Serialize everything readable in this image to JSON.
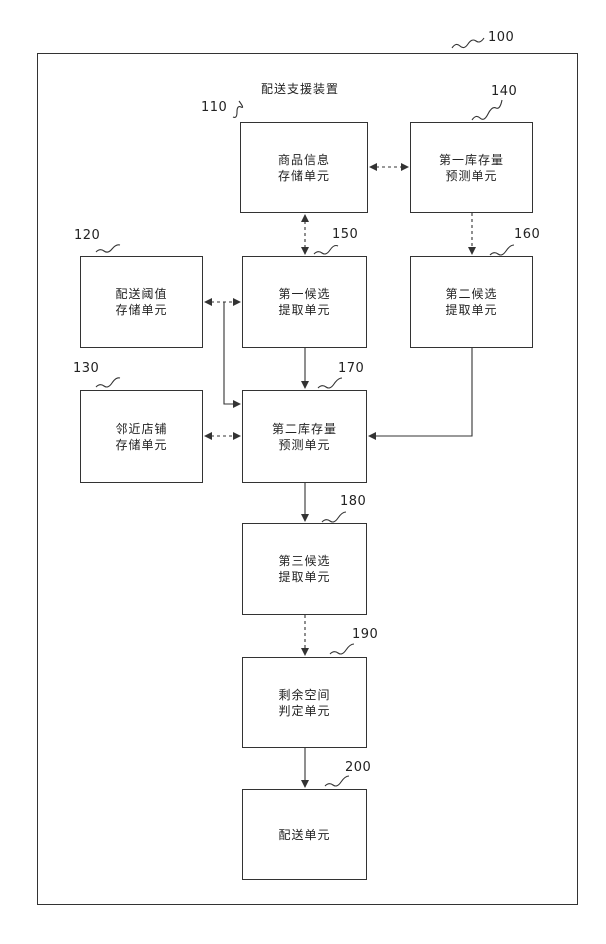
{
  "device": {
    "ref": "100",
    "title": "配送支援装置"
  },
  "blocks": {
    "b110": {
      "ref": "110",
      "line1": "商品信息",
      "line2": "存储单元"
    },
    "b140": {
      "ref": "140",
      "line1": "第一库存量",
      "line2": "预测单元"
    },
    "b120": {
      "ref": "120",
      "line1": "配送阈值",
      "line2": "存储单元"
    },
    "b150": {
      "ref": "150",
      "line1": "第一候选",
      "line2": "提取单元"
    },
    "b160": {
      "ref": "160",
      "line1": "第二候选",
      "line2": "提取单元"
    },
    "b130": {
      "ref": "130",
      "line1": "邻近店铺",
      "line2": "存储单元"
    },
    "b170": {
      "ref": "170",
      "line1": "第二库存量",
      "line2": "预测单元"
    },
    "b180": {
      "ref": "180",
      "line1": "第三候选",
      "line2": "提取单元"
    },
    "b190": {
      "ref": "190",
      "line1": "剩余空间",
      "line2": "判定单元"
    },
    "b200": {
      "ref": "200",
      "line1": "配送单元"
    }
  }
}
